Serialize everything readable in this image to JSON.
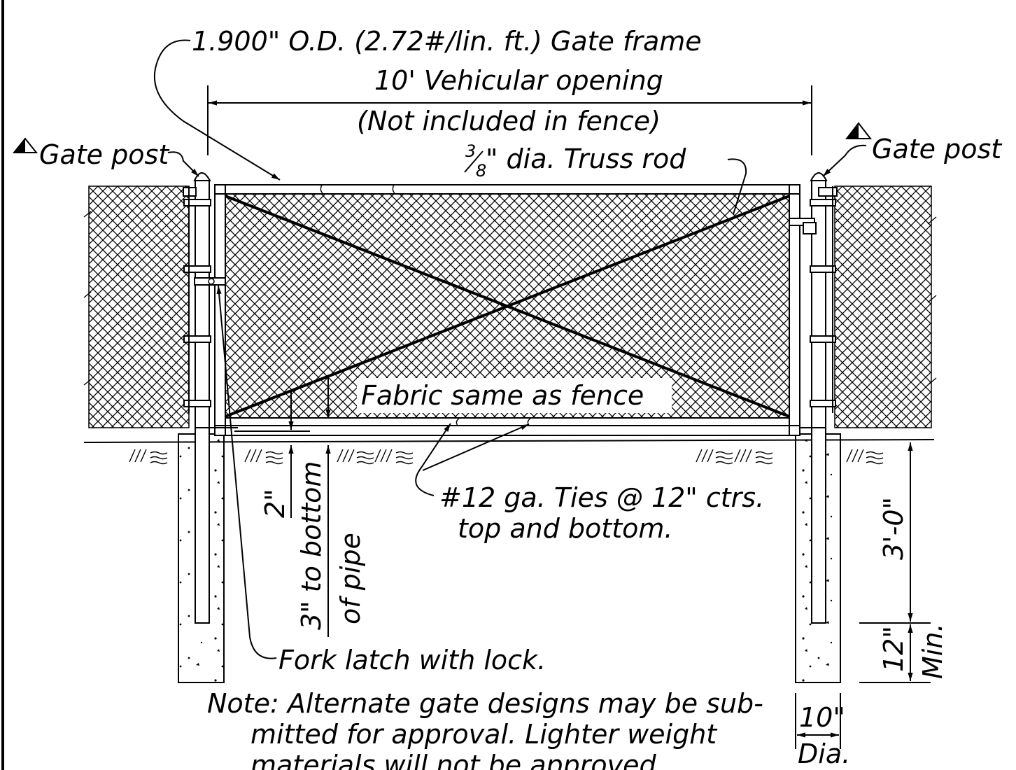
{
  "labels": {
    "gate_frame": "1.900\" O.D. (2.72#/lin. ft.) Gate frame",
    "opening": "10' Vehicular opening",
    "not_included": "(Not included in fence)",
    "gate_post_left": "Gate post",
    "gate_post_right": "Gate post",
    "truss_rod_num": "3",
    "truss_rod_den": "8",
    "truss_rod_rest": "\" dia. Truss rod",
    "fabric": "Fabric same as fence",
    "ties_line1": "#12 ga. Ties @ 12\" ctrs.",
    "ties_line2": "top and bottom.",
    "dim_2in": "2\"",
    "dim_3in_line1": "3\" to bottom",
    "dim_3in_line2": "of pipe",
    "fork_latch": "Fork latch with lock.",
    "dim_3ft": "3'-0\"",
    "dim_12in": "12\"",
    "dim_min": "Min.",
    "dim_10in": "10\"",
    "dim_dia": "Dia.",
    "note_line1": "Note: Alternate gate designs may be sub-",
    "note_line2": "mitted for approval. Lighter weight",
    "note_line3": "materials will not be approved."
  },
  "colors": {
    "ink": "#000000",
    "paper": "#ffffff"
  }
}
